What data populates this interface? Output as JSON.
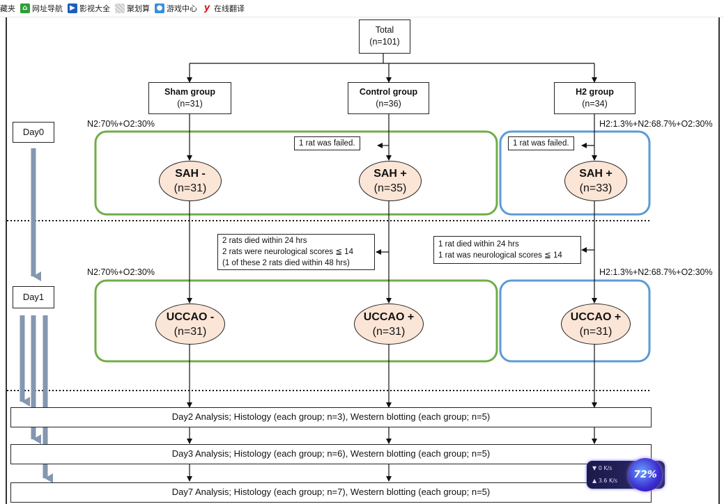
{
  "bookmarks": [
    {
      "label": "藏夹",
      "icon": "none"
    },
    {
      "label": "网址导航",
      "icon": "nav-house-icon"
    },
    {
      "label": "影视大全",
      "icon": "video-play-icon"
    },
    {
      "label": "聚划算",
      "icon": "deal-icon"
    },
    {
      "label": "游戏中心",
      "icon": "game-controller-icon"
    },
    {
      "label": "在线翻译",
      "icon": "translate-y-icon"
    }
  ],
  "diagram": {
    "total": {
      "title": "Total",
      "n": "(n=101)"
    },
    "groups": [
      {
        "title": "Sham group",
        "n": "(n=31)"
      },
      {
        "title": "Control group",
        "n": "(n=36)"
      },
      {
        "title": "H2 group",
        "n": "(n=34)"
      }
    ],
    "gas": {
      "left_day0": "N2:70%+O2:30%",
      "right_day0": "H2:1.3%+N2:68.7%+O2:30%",
      "left_day1": "N2:70%+O2:30%",
      "right_day1": "H2:1.3%+N2:68.7%+O2:30%"
    },
    "days": {
      "day0": "Day0",
      "day1": "Day1"
    },
    "fail_notes": {
      "control": "1 rat was failed.",
      "h2": "1 rat was failed."
    },
    "sah": [
      {
        "title": "SAH -",
        "n": "(n=31)"
      },
      {
        "title": "SAH +",
        "n": "(n=35)"
      },
      {
        "title": "SAH +",
        "n": "(n=33)"
      }
    ],
    "death_notes": {
      "control": [
        "2 rats died within 24 hrs",
        "2 rats were neurological scores ≦ 14",
        "(1 of these 2 rats died within 48 hrs)"
      ],
      "h2": [
        "1 rat died within 24 hrs",
        "1 rat was neurological scores ≦ 14"
      ]
    },
    "uccao": [
      {
        "title": "UCCAO -",
        "n": "(n=31)"
      },
      {
        "title": "UCCAO +",
        "n": "(n=31)"
      },
      {
        "title": "UCCAO +",
        "n": "(n=31)"
      }
    ],
    "analysis": [
      "Day2 Analysis; Histology (each group; n=3), Western blotting (each group; n=5)",
      "Day3 Analysis; Histology (each group; n=6), Western blotting (each group; n=5)",
      "Day7 Analysis; Histology (each group; n=7), Western blotting (each group; n=5)"
    ],
    "colors": {
      "green": "#70ad47",
      "blue": "#5b9bd5",
      "ellipse_fill": "#fbe5d6",
      "day_arrow": "#8497b0"
    }
  },
  "speed_widget": {
    "down": "0 K/s",
    "up": "3.6 K/s",
    "percent": "72%"
  }
}
